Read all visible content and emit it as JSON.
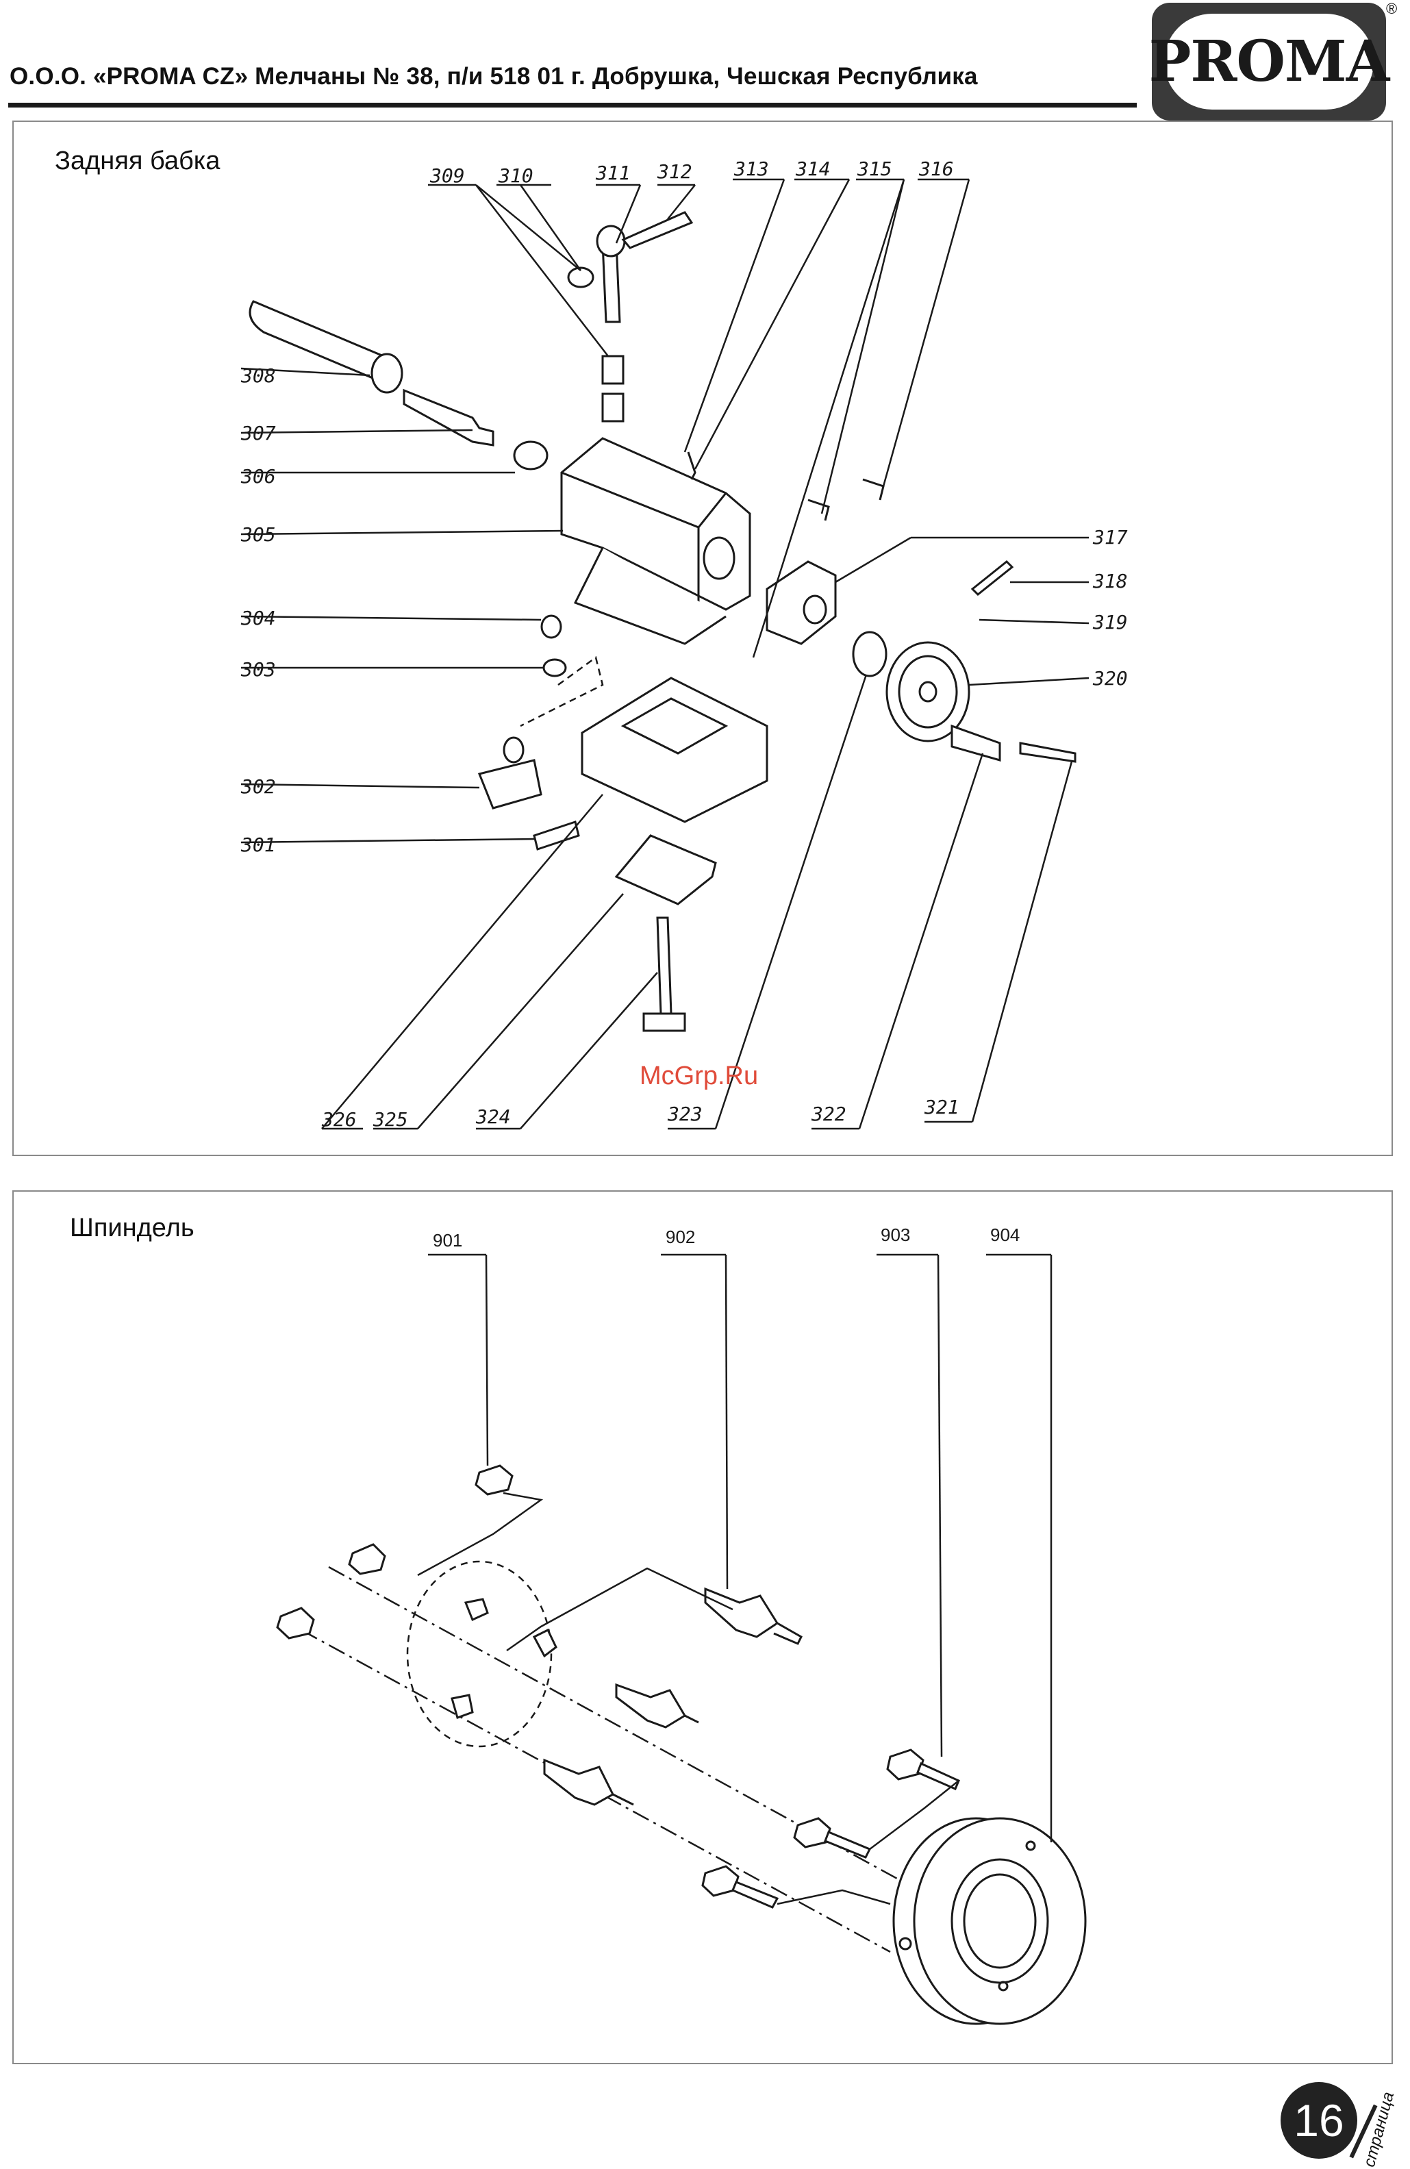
{
  "header": {
    "company_text": "О.О.О. «PROMA CZ» Мелчаны № 38, п/и 518 01 г. Добрушка, Чешская Республика",
    "logo_text": "PROMA",
    "registered_mark": "®"
  },
  "tailstock": {
    "title": "Задняя бабка",
    "labels": [
      "301",
      "302",
      "303",
      "304",
      "305",
      "306",
      "307",
      "308",
      "309",
      "310",
      "311",
      "312",
      "313",
      "314",
      "315",
      "316",
      "317",
      "318",
      "319",
      "320",
      "321",
      "322",
      "323",
      "324",
      "325",
      "326"
    ]
  },
  "spindle": {
    "title": "Шпиндель",
    "labels": [
      "901",
      "902",
      "903",
      "904"
    ]
  },
  "watermark": "McGrp.Ru",
  "footer": {
    "page_number": "16",
    "page_word": "страница"
  }
}
